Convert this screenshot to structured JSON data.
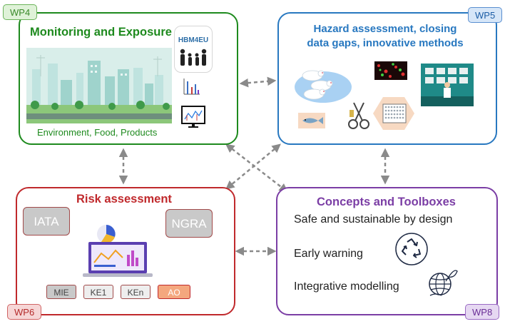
{
  "wp4": {
    "badge": "WP4",
    "title": "Monitoring and Exposure",
    "logo_text": "HBM4EU",
    "caption": "Environment, Food, Products",
    "color": "#1e8a1e"
  },
  "wp5": {
    "badge": "WP5",
    "title_line1": "Hazard assessment, closing",
    "title_line2": "data gaps, innovative methods",
    "color": "#2878c0"
  },
  "wp6": {
    "badge": "WP6",
    "title": "Risk assessment",
    "iata": "IATA",
    "ngra": "NGRA",
    "chain": [
      "MIE",
      "KE1",
      "KEn",
      "AO"
    ],
    "color": "#c0292c"
  },
  "wp8": {
    "badge": "WP8",
    "title": "Concepts and Toolboxes",
    "items": [
      "Safe and sustainable by design",
      "Early warning",
      "Integrative modelling"
    ],
    "color": "#7b3ea5"
  }
}
